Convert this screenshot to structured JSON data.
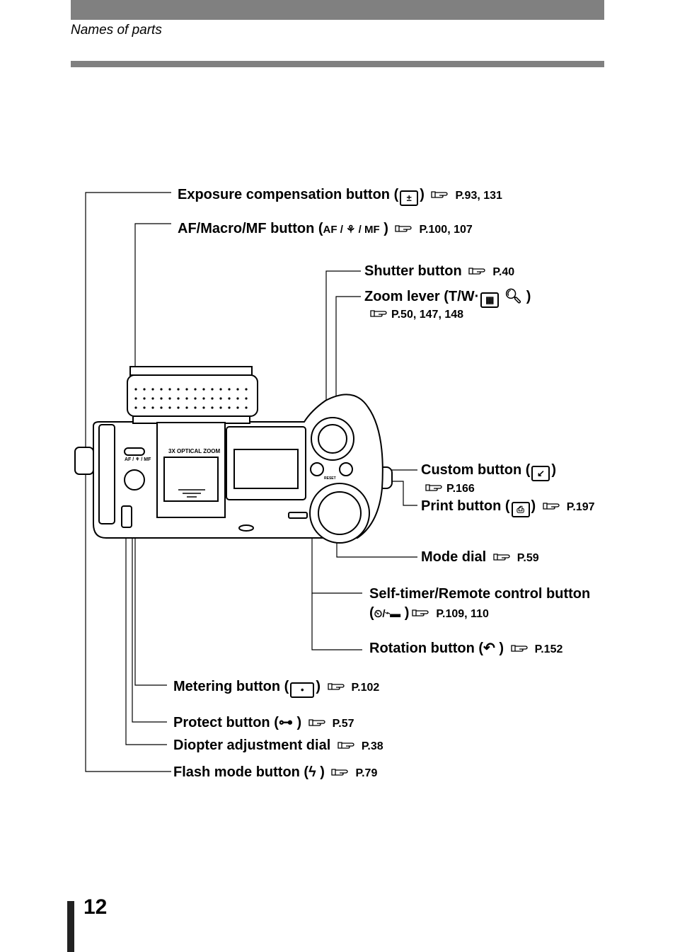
{
  "header": {
    "section_title": "Names of parts"
  },
  "footer": {
    "page_number": "12"
  },
  "labels": {
    "exposure": {
      "text": "Exposure compensation button (",
      "close": ")",
      "ref": "P.93, 131"
    },
    "af": {
      "text": "AF/Macro/MF button (",
      "icon": "AF / ⚘ / MF",
      "close": ")",
      "ref": "P.100, 107"
    },
    "shutter": {
      "text": "Shutter button",
      "ref": "P.40"
    },
    "zoom": {
      "text": "Zoom lever (T/W·",
      "close": ")",
      "ref": "P.50, 147, 148"
    },
    "custom": {
      "text": "Custom button (",
      "close": ")",
      "ref": "P.166"
    },
    "print": {
      "text": "Print button (",
      "close": ")",
      "ref": "P.197"
    },
    "mode": {
      "text": "Mode dial",
      "ref": "P.59"
    },
    "selftimer": {
      "text": "Self-timer/Remote control button",
      "line2_open": "(",
      "line2_close": ")",
      "ref": "P.109, 110"
    },
    "rotation": {
      "text": "Rotation button (",
      "close": ")",
      "ref": "P.152"
    },
    "metering": {
      "text": "Metering button (",
      "close": ")",
      "ref": "P.102"
    },
    "protect": {
      "text": "Protect button (",
      "close": ")",
      "ref": "P.57"
    },
    "diopter": {
      "text": "Diopter adjustment dial",
      "ref": "P.38"
    },
    "flash": {
      "text": "Flash mode button (",
      "close": ")",
      "ref": "P.79"
    }
  },
  "camera": {
    "zoom_text": "3X OPTICAL ZOOM",
    "af_text": "AF / ⚘ / MF",
    "reset_text": "RESET"
  },
  "icons": {
    "reference": "pointing-hand-icon",
    "exposure": "exposure-plus-minus-icon",
    "zoom": "index-grid-icon",
    "magnify": "magnifier-icon",
    "custom": "custom-card-icon",
    "print": "printer-icon",
    "selftimer": "timer-remote-icon",
    "rotation": "rotate-icon",
    "metering": "spot-metering-icon",
    "protect": "key-icon",
    "flash": "lightning-icon"
  }
}
